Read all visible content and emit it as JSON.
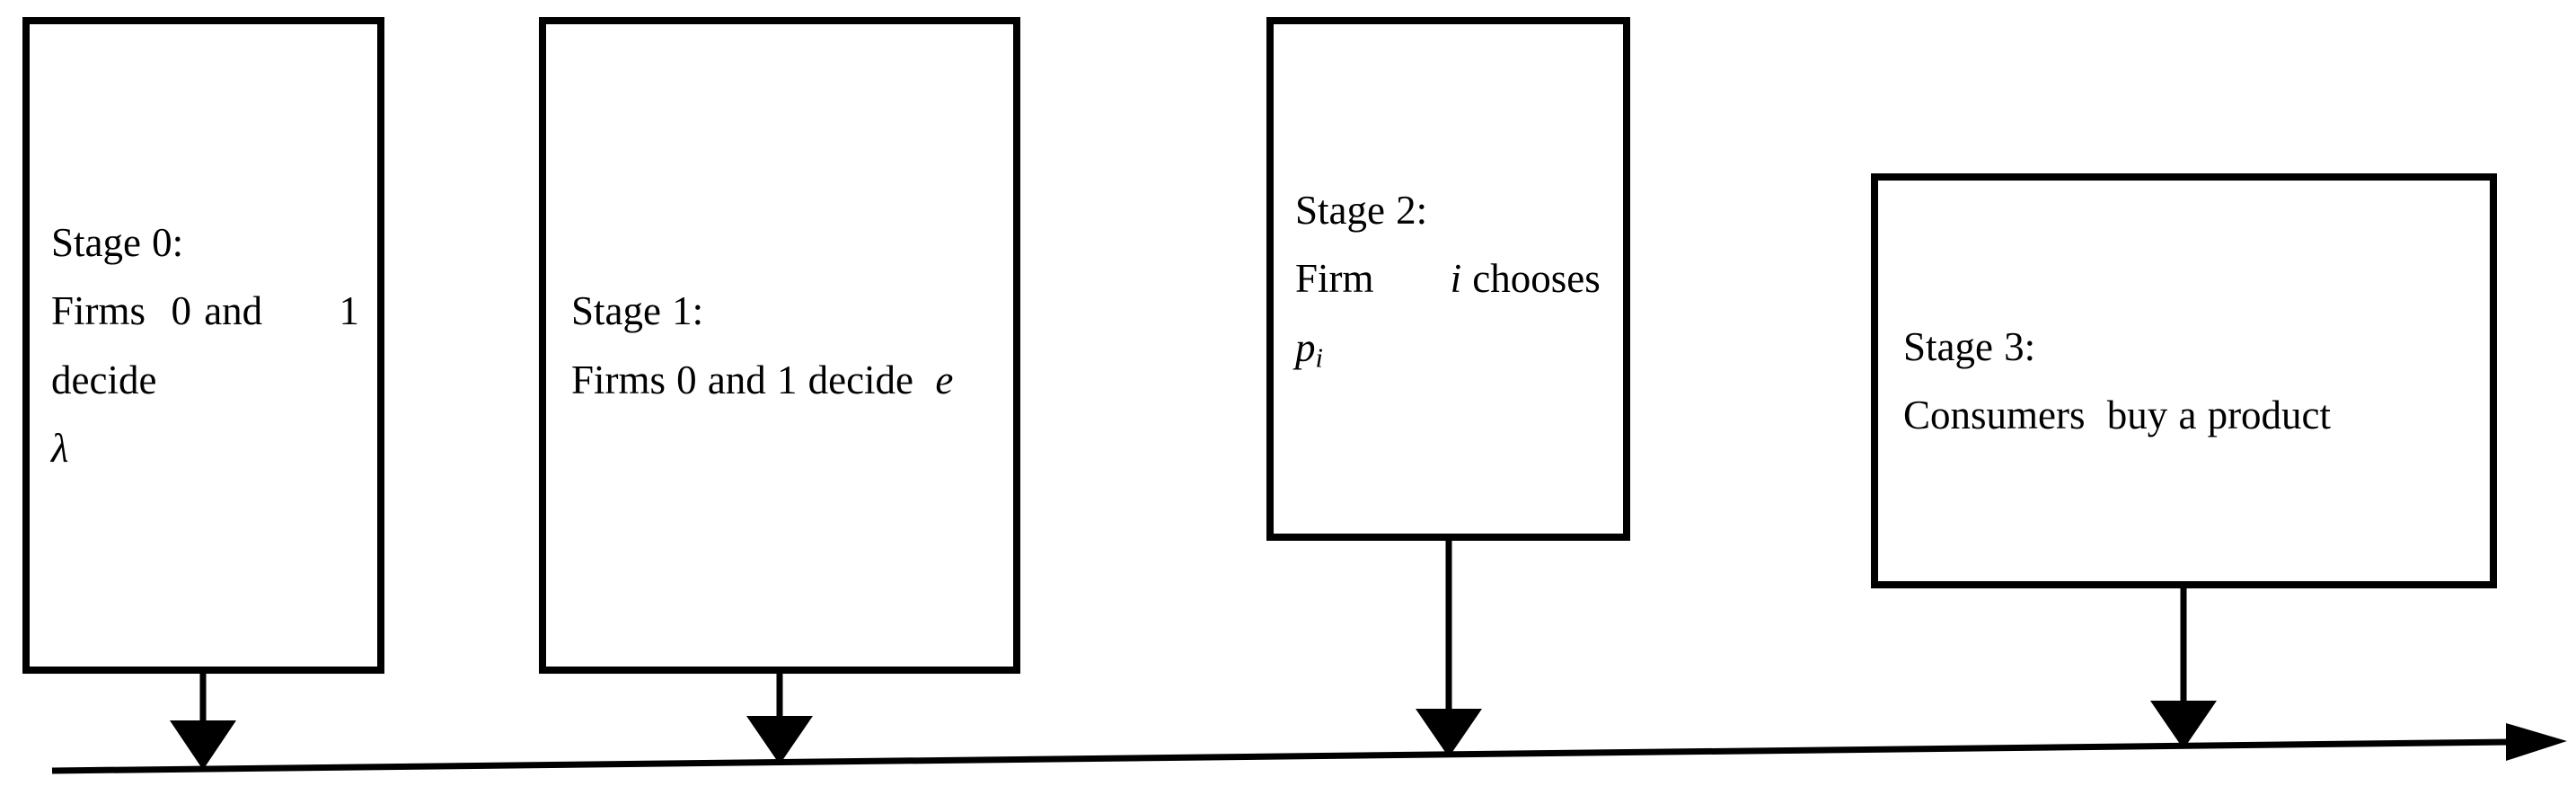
{
  "diagram": {
    "title": "Game timeline with four stages",
    "background_color": "#ffffff",
    "stroke_color": "#000000"
  },
  "stages": [
    {
      "id": "stage-0",
      "heading": "Stage 0:",
      "body_plain": "Firms 0 and 1 decide λ",
      "lines": [
        "Stage 0:",
        "Firms  0",
        "and      1",
        "decide",
        "λ"
      ],
      "variable": "λ",
      "connector_label": "stage-0-connector"
    },
    {
      "id": "stage-1",
      "heading": "Stage 1:",
      "body_plain": "Firms 0 and 1 decide e",
      "lines": [
        "Stage 1:",
        "Firms 0 and",
        "1 decide  e"
      ],
      "variable": "e",
      "connector_label": "stage-1-connector"
    },
    {
      "id": "stage-2",
      "heading": "Stage 2:",
      "body_plain": "Firm i chooses p_i",
      "lines": [
        "Stage 2:",
        "Firm      i",
        "chooses",
        "p_i"
      ],
      "variable": "p_i",
      "connector_label": "stage-2-connector"
    },
    {
      "id": "stage-3",
      "heading": "Stage 3:",
      "body_plain": "Consumers buy a product",
      "lines": [
        "Stage 3:",
        "Consumers  buy",
        "a product"
      ],
      "variable": "",
      "connector_label": "stage-3-connector"
    }
  ],
  "timeline": {
    "name": "time-axis",
    "direction": "left-to-right",
    "has_arrowhead": true
  }
}
